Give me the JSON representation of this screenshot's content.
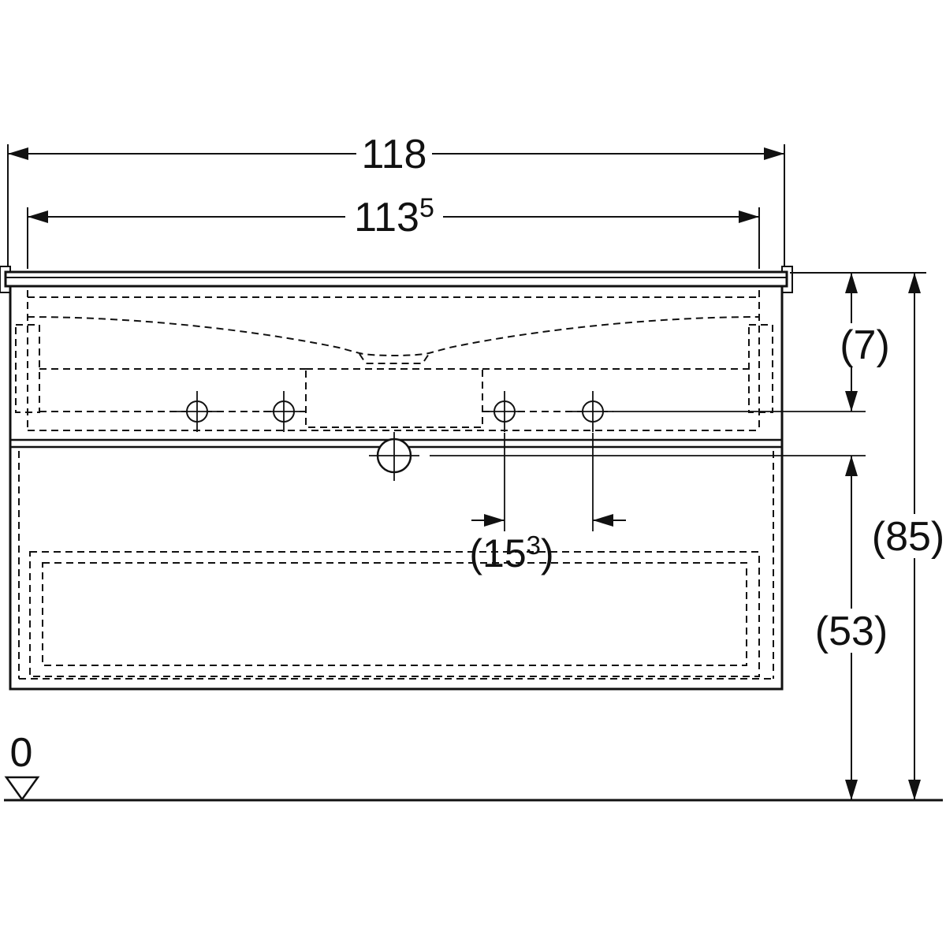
{
  "colors": {
    "line": "#111111",
    "bg": "#ffffff"
  },
  "dimensions": {
    "overall_width": "118",
    "basin_width": {
      "main": "113",
      "sup": "5"
    },
    "top_to_holes": "(7)",
    "total_height": "(85)",
    "bottom_height": "(53)",
    "tap_hole_spacing": {
      "open": "(15",
      "sup": "3",
      "close": ")"
    },
    "datum_zero": "0"
  }
}
